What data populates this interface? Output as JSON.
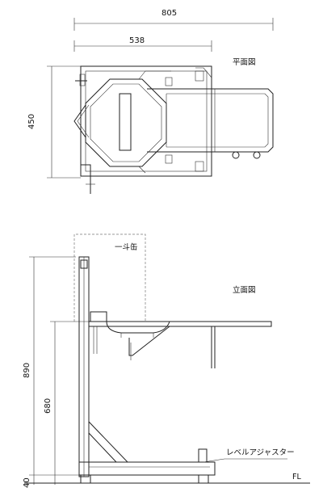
{
  "plan_view": {
    "label": "平面図",
    "dim_overall_width": "805",
    "dim_inner_width": "538",
    "dim_depth": "450"
  },
  "elevation_view": {
    "label": "立面図",
    "can_label": "一斗缶",
    "leveler_label": "レベルアジャスター",
    "floor_label": "FL",
    "dim_total_height": "890",
    "dim_table_height": "680",
    "dim_base_height": "40"
  }
}
